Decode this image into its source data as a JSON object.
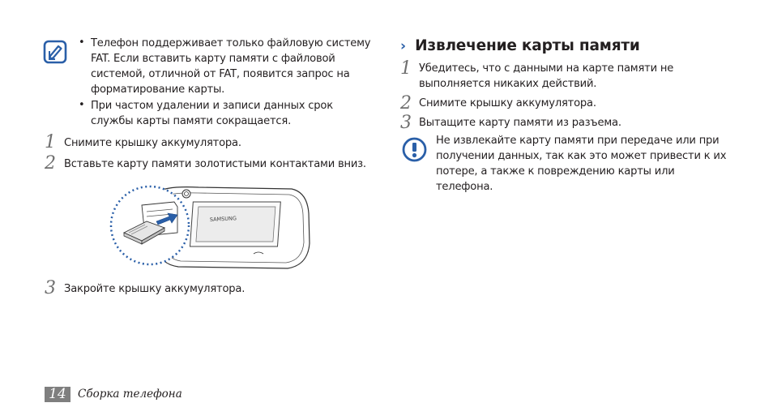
{
  "left": {
    "note_icon": "note-pencil-icon",
    "notes": [
      "Телефон поддерживает только файловую систему FAT. Если вставить карту памяти с файловой системой, отличной от FAT, появится запрос на форматирование карты.",
      "При частом удалении и записи данных срок службы карты памяти сокращается."
    ],
    "steps": [
      {
        "num": "1",
        "text": "Снимите крышку аккумулятора."
      },
      {
        "num": "2",
        "text": "Вставьте карту памяти золотистыми контактами вниз."
      },
      {
        "num": "3",
        "text": "Закройте крышку аккумулятора."
      }
    ],
    "figure": {
      "brand_text": "SAMSUNG",
      "accent_color": "#2a5fa8"
    }
  },
  "right": {
    "heading": "Извлечение карты памяти",
    "steps": [
      {
        "num": "1",
        "text": "Убедитесь, что с данными на карте памяти не выполняется никаких действий."
      },
      {
        "num": "2",
        "text": "Снимите крышку аккумулятора."
      },
      {
        "num": "3",
        "text": "Вытащите карту памяти из разъема."
      }
    ],
    "warning_icon": "exclamation-warning-icon",
    "warning": "Не извлекайте карту памяти при передаче или при получении данных, так как это может привести к их потере, а также к повреждению карты или телефона."
  },
  "footer": {
    "page_number": "14",
    "section": "Сборка телефона"
  }
}
